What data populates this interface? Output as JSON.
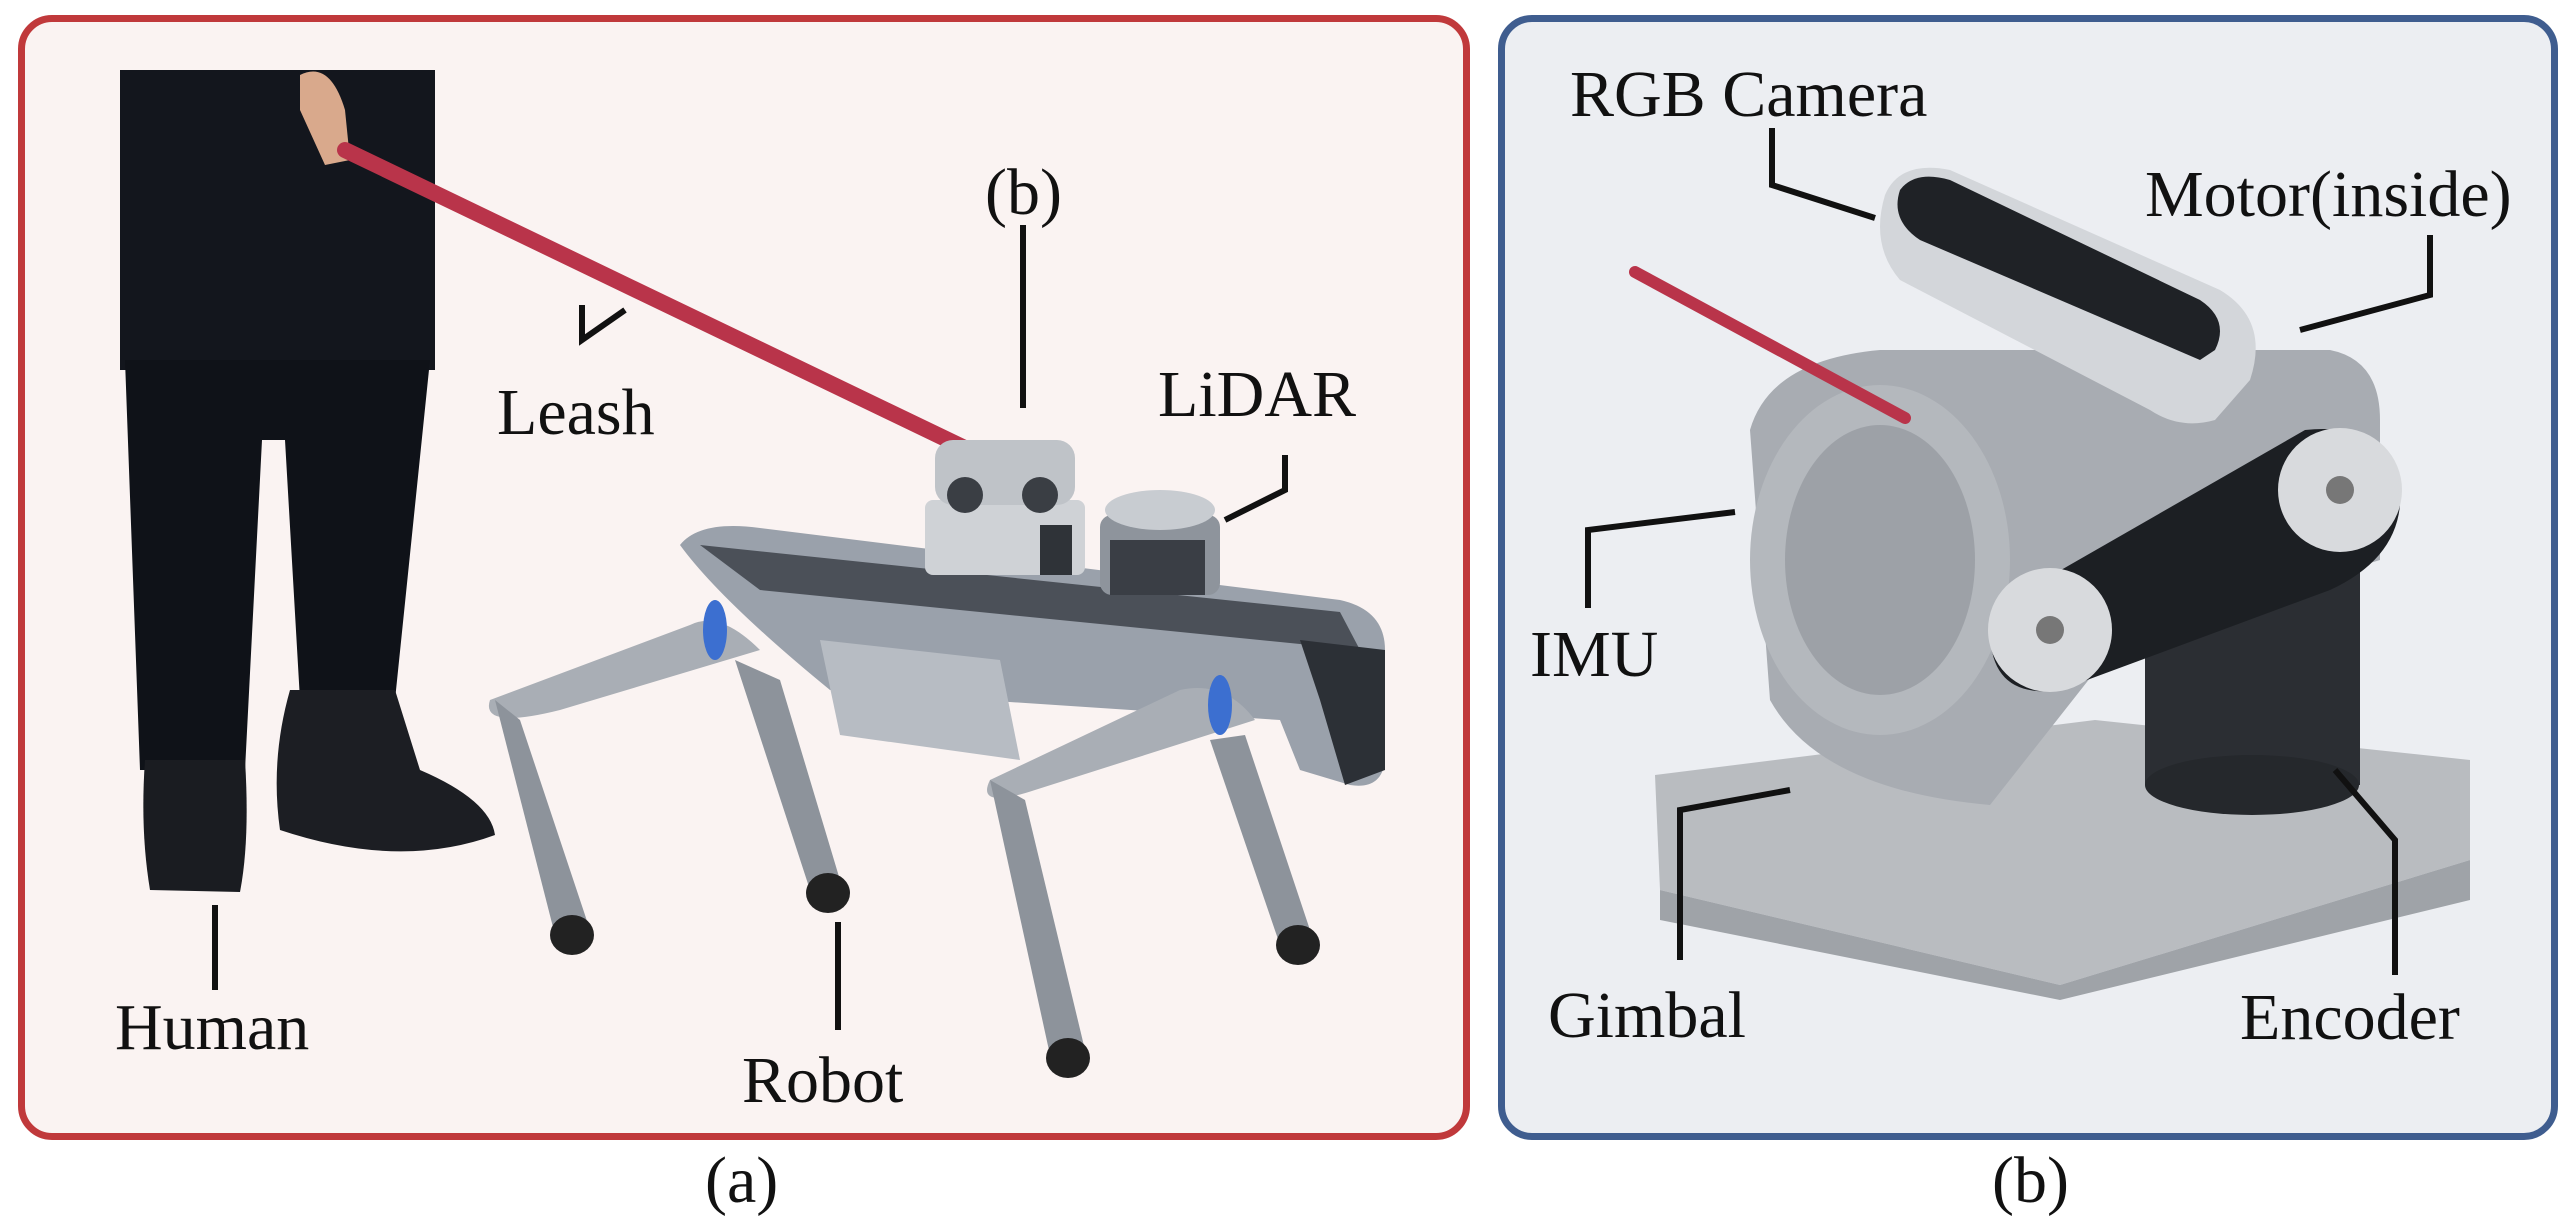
{
  "panel_a": {
    "border_color": "#c0393b",
    "labels": {
      "human": "Human",
      "leash": "Leash",
      "b_ref": "(b)",
      "lidar": "LiDAR",
      "robot": "Robot"
    },
    "caption": "(a)"
  },
  "panel_b": {
    "border_color": "#3f5d8f",
    "labels": {
      "rgb_camera": "RGB Camera",
      "motor": "Motor(inside)",
      "imu": "IMU",
      "gimbal": "Gimbal",
      "encoder": "Encoder"
    },
    "caption": "(b)"
  }
}
